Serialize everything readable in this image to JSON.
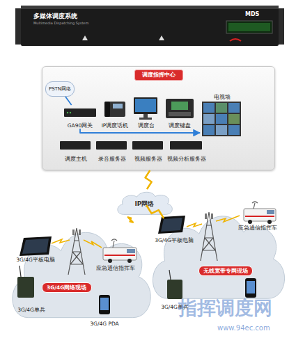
{
  "diagram": {
    "nodes": [
      {
        "text": [
          "调度指挥中心"
        ]
      },
      {
        "text": [
          "PSTN网络"
        ],
        "in": 0
      },
      {
        "text": [
          "GA90网关"
        ],
        "in": 0
      },
      {
        "text": [
          "IP调度话机"
        ],
        "in": 0
      },
      {
        "text": [
          "调度台"
        ],
        "in": 0
      },
      {
        "text": [
          "调度键盘"
        ],
        "in": 0
      },
      {
        "text": [
          "电视墙"
        ],
        "in": 0
      },
      {
        "text": [
          "调度主机"
        ],
        "in": 0
      },
      {
        "text": [
          "录音服务器"
        ],
        "in": 0
      },
      {
        "text": [
          "视频服务器"
        ],
        "in": 0
      },
      {
        "text": [
          "视频分析服务器"
        ],
        "in": 0
      },
      {
        "text": [
          "IP网络"
        ]
      },
      {
        "text": [
          "3G/4G网络现场"
        ]
      },
      {
        "text": [
          "3G/4G平板电脑"
        ],
        "in": 12
      },
      {
        "text": [
          "应急通信指挥车"
        ],
        "in": 12
      },
      {
        "text": [
          "3G/4G单兵"
        ],
        "in": 12
      },
      {
        "text": [
          "3G/4G PDA"
        ],
        "in": 12
      },
      {
        "text": [
          "无线宽带专网现场"
        ]
      },
      {
        "text": [
          "3G/4G平板电脑"
        ],
        "in": 17
      },
      {
        "text": [
          "应急通信指挥车"
        ],
        "in": 17
      },
      {
        "text": [
          "3G/4G单兵"
        ],
        "in": 17
      }
    ],
    "edges": [
      {
        "from": 0,
        "to": 11,
        "arrow": "none"
      },
      {
        "from": 11,
        "to": 12,
        "arrow": "none"
      },
      {
        "from": 11,
        "to": 17,
        "arrow": "none"
      },
      {
        "from": 1,
        "to": 2,
        "arrow": "none"
      },
      {
        "from": 2,
        "to": 6,
        "arrow": "to"
      }
    ],
    "labels": [
      "多媒体调度系统",
      "Multimedia Dispatching System",
      "MDS",
      "指挥调度网",
      "www.94ec.com"
    ]
  }
}
